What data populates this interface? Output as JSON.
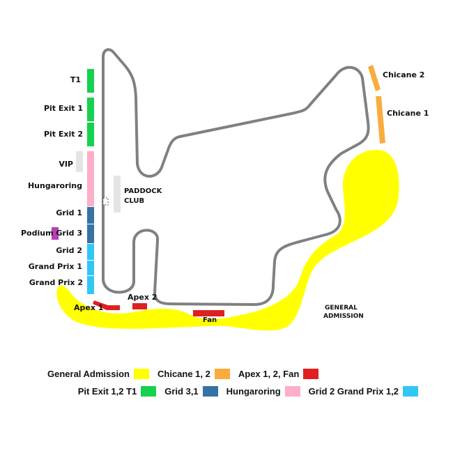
{
  "colors": {
    "general": "#ffff00",
    "chicane": "#f9ac3d",
    "apex": "#e02020",
    "green": "#14d14e",
    "grid31": "#3673a5",
    "pink": "#ffadc9",
    "cyan": "#30c7f5",
    "podium": "#b83db8",
    "grey": "#e4e4e4",
    "track": "#808080"
  },
  "stands": {
    "t1": "T1",
    "pit_exit_1": "Pit Exit 1",
    "pit_exit_2": "Pit Exit 2",
    "vip": "VIP",
    "hungaroring": "Hungaroring",
    "grid1": "Grid 1",
    "podium": "Podium",
    "grid3": "Grid 3",
    "grid2": "Grid 2",
    "grand_prix_1": "Grand Prix 1",
    "grand_prix_2": "Grand Prix 2",
    "paddock_club_1": "PADDOCK",
    "paddock_club_2": "CLUB",
    "apex1": "Apex 1",
    "apex2": "Apex 2",
    "fan": "Fan",
    "chicane2": "Chicane 2",
    "chicane1": "Chicane 1",
    "ga_1": "GENERAL",
    "ga_2": "ADMISSION"
  },
  "legend": [
    {
      "label": "General Admission",
      "color_key": "general"
    },
    {
      "label": "Chicane 1, 2",
      "color_key": "chicane"
    },
    {
      "label": "Apex 1, 2, Fan",
      "color_key": "apex"
    },
    {
      "label": "Pit Exit 1,2 T1",
      "color_key": "green"
    },
    {
      "label": "Grid 3,1",
      "color_key": "grid31"
    },
    {
      "label": "Hungaroring",
      "color_key": "pink"
    },
    {
      "label": "Grid 2 Grand Prix 1,2",
      "color_key": "cyan"
    }
  ]
}
